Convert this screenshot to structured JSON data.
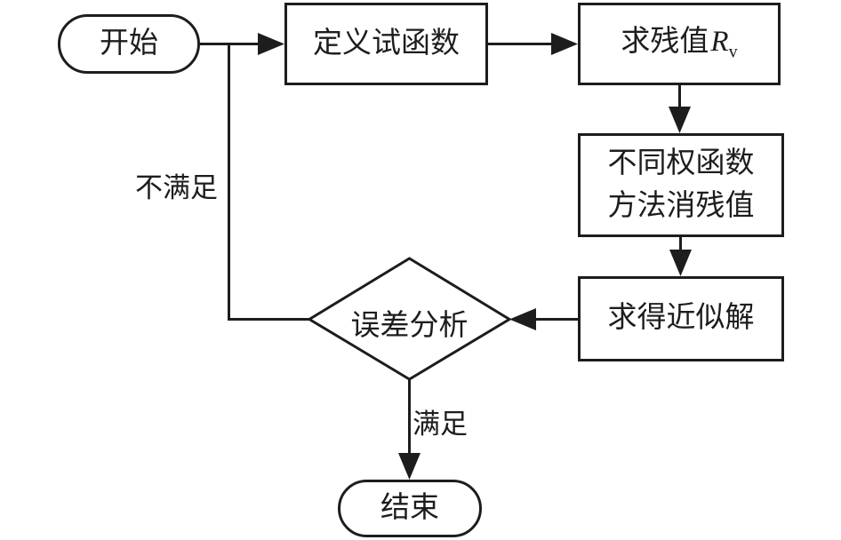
{
  "figure": {
    "stroke_color": "#1d1d1d",
    "background_color": "#ffffff",
    "nodes": {
      "start": {
        "label": "开始"
      },
      "define": {
        "label": "定义试函数"
      },
      "residual": {
        "prefix": "求残值",
        "var": "R",
        "sub": "v"
      },
      "weight": {
        "line1": "不同权函数",
        "line2": "方法消残值"
      },
      "solution": {
        "label": "求得近似解"
      },
      "decision": {
        "label": "误差分析"
      },
      "end": {
        "label": "结束"
      }
    },
    "edge_labels": {
      "not_satisfied": "不满足",
      "satisfied": "满足"
    }
  }
}
